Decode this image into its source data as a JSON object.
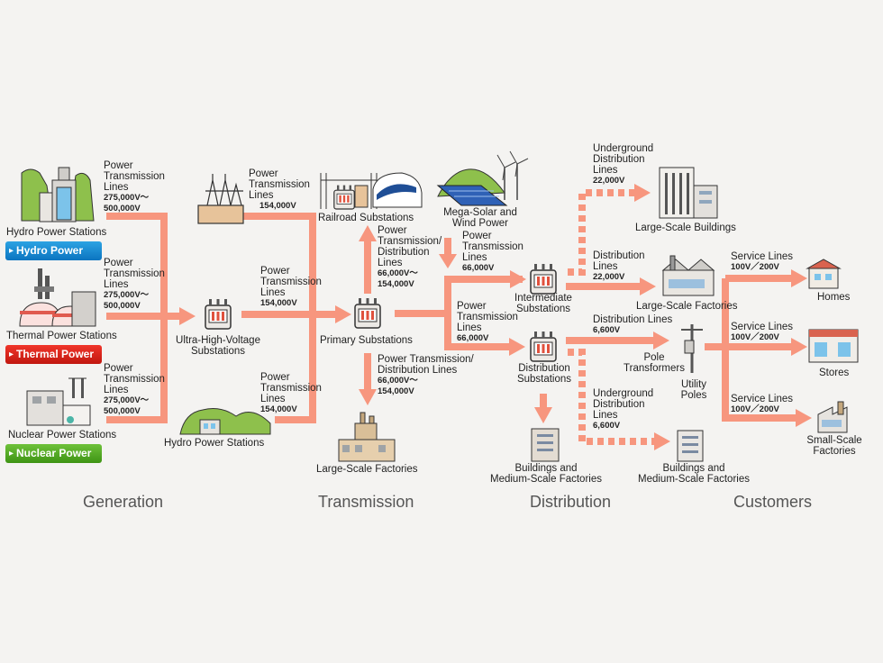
{
  "stages": {
    "generation": "Generation",
    "transmission": "Transmission",
    "distribution": "Distribution",
    "customers": "Customers"
  },
  "generation": {
    "hydro_station": "Hydro Power Stations",
    "thermal_station": "Thermal Power Stations",
    "nuclear_station": "Nuclear Power Stations",
    "hydro_badge": "Hydro Power",
    "thermal_badge": "Thermal Power",
    "nuclear_badge": "Nuclear Power",
    "line_label": [
      "Power",
      "Transmission",
      "Lines"
    ],
    "line_voltage": [
      "275,000V〜",
      "500,000V"
    ]
  },
  "transmission": {
    "uhv": [
      "Ultra-High-Voltage",
      "Substations"
    ],
    "hydro2": "Hydro Power Stations",
    "primary": "Primary Substations",
    "railroad": "Railroad Substations",
    "factories": "Large-Scale Factories",
    "ptl": [
      "Power",
      "Transmission",
      "Lines"
    ],
    "v154": "154,000V",
    "ptd_up": [
      "Power",
      "Transmission/",
      "Distribution",
      "Lines"
    ],
    "ptd_up_v": [
      "66,000V〜",
      "154,000V"
    ],
    "ptd_down": [
      "Power Transmission/",
      "Distribution Lines"
    ],
    "ptd_down_v": [
      "66,000V〜",
      "154,000V"
    ]
  },
  "distribution": {
    "mega_solar": [
      "Mega-Solar and",
      "Wind Power"
    ],
    "ptl": [
      "Power",
      "Transmission",
      "Lines"
    ],
    "v66": "66,000V",
    "intermediate": [
      "Intermediate",
      "Substations"
    ],
    "distribution_sub": [
      "Distribution",
      "Substations"
    ],
    "underground": [
      "Underground",
      "Distribution",
      "Lines"
    ],
    "v22": "22,000V",
    "large_buildings": "Large-Scale Buildings",
    "dist_lines_2": [
      "Distribution",
      "Lines"
    ],
    "large_factories": "Large-Scale Factories",
    "dist_lines": "Distribution Lines",
    "v6600": "6,600V",
    "pole_transformers": [
      "Pole",
      "Transformers"
    ],
    "utility_poles": [
      "Utility",
      "Poles"
    ],
    "bmsf": [
      "Buildings and",
      "Medium-Scale Factories"
    ]
  },
  "customers": {
    "service_lines": "Service Lines",
    "v100": "100V／200V",
    "homes": "Homes",
    "stores": "Stores",
    "small_factories": [
      "Small-Scale",
      "Factories"
    ]
  },
  "colors": {
    "arrow": "#f7967e",
    "hydro": "#1a8cd8",
    "thermal": "#e0231b",
    "nuclear": "#52a826"
  }
}
